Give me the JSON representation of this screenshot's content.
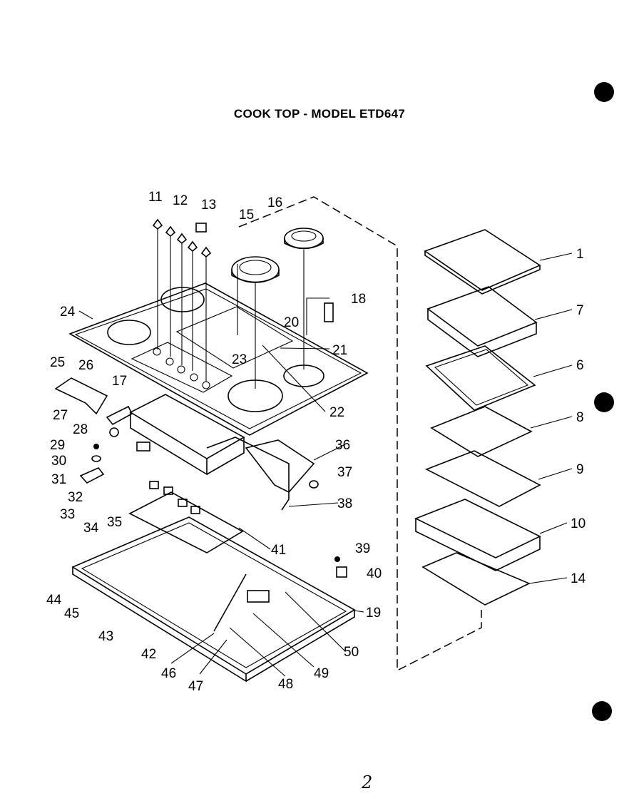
{
  "title": "COOK TOP - MODEL ETD647",
  "page_number": "2",
  "callouts": [
    "1",
    "6",
    "7",
    "8",
    "9",
    "10",
    "11",
    "12",
    "13",
    "14",
    "15",
    "16",
    "17",
    "18",
    "19",
    "20",
    "21",
    "22",
    "23",
    "24",
    "25",
    "26",
    "27",
    "28",
    "29",
    "30",
    "31",
    "32",
    "33",
    "34",
    "35",
    "36",
    "37",
    "38",
    "39",
    "40",
    "41",
    "42",
    "43",
    "44",
    "45",
    "46",
    "47",
    "48",
    "49",
    "50"
  ]
}
